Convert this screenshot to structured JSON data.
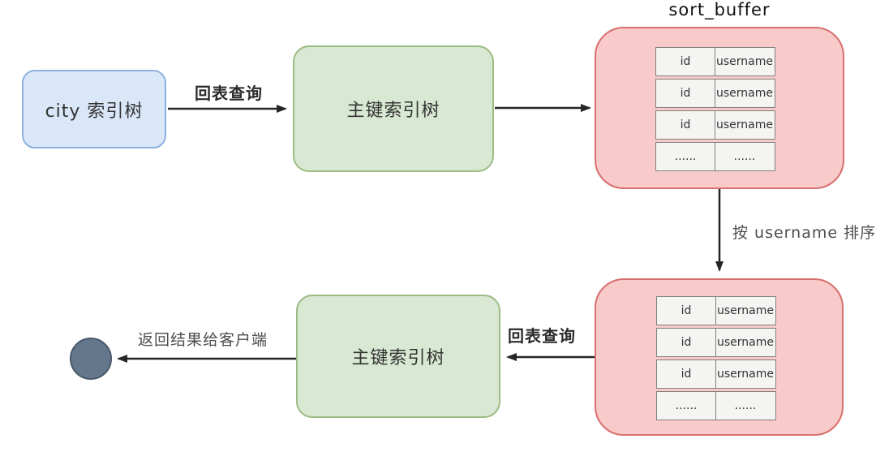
{
  "diagram": {
    "title": "sort_buffer",
    "nodes": {
      "city_index_tree": {
        "label": "city 索引树"
      },
      "primary_index_tree_top": {
        "label": "主键索引树"
      },
      "primary_index_tree_bottom": {
        "label": "主键索引树"
      },
      "sort_buffer_top": {
        "rows": [
          [
            "id",
            "username"
          ],
          [
            "id",
            "username"
          ],
          [
            "id",
            "username"
          ],
          [
            "......",
            "......"
          ]
        ]
      },
      "sort_buffer_bottom": {
        "rows": [
          [
            "id",
            "username"
          ],
          [
            "id",
            "username"
          ],
          [
            "id",
            "username"
          ],
          [
            "......",
            "......"
          ]
        ]
      },
      "end_state": {
        "label": ""
      }
    },
    "edges": {
      "back_to_table_top": {
        "label": "回表查询"
      },
      "sort_by_username": {
        "label": "按 username 排序"
      },
      "back_to_table_bottom": {
        "label": "回表查询"
      },
      "return_result": {
        "label": "返回结果给客户端"
      }
    },
    "colors": {
      "blue_fill": "#d9e7f9",
      "blue_stroke": "#8fb1df",
      "green_fill": "#d8e8d2",
      "green_stroke": "#9cbb85",
      "pink_fill": "#f8cbca",
      "pink_stroke": "#d76f6e",
      "cell_fill": "#f4f4f2",
      "cell_stroke": "#808080",
      "circle_fill": "#64778c",
      "circle_stroke": "#49596a",
      "arrow": "#262626"
    }
  }
}
